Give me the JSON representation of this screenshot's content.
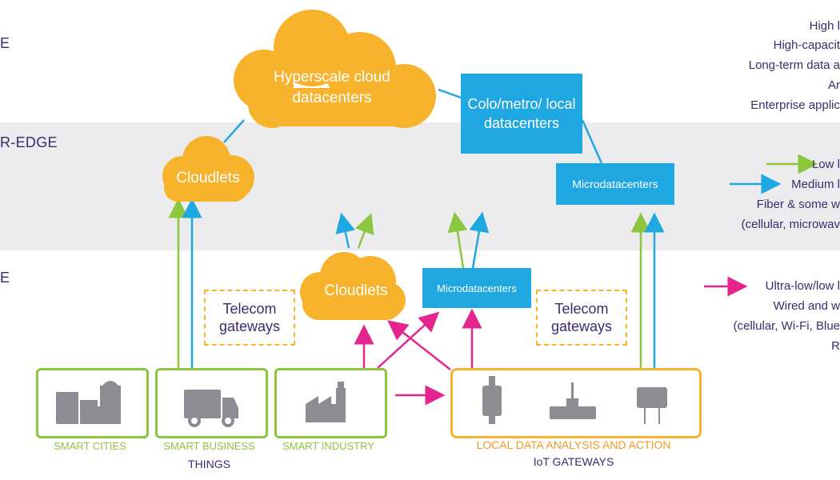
{
  "tiers": {
    "top": "E",
    "middle": "R-EDGE",
    "bottom": "E"
  },
  "clouds": {
    "hyperscale": "Hyperscale cloud datacenters",
    "cloudlets_upper": "Cloudlets",
    "cloudlets_lower": "Cloudlets"
  },
  "boxes": {
    "colo": "Colo/metro/ local datacenters",
    "micro_upper": "Microdatacenters",
    "micro_lower": "Microdatacenters",
    "telecom_left": "Telecom gateways",
    "telecom_right": "Telecom gateways"
  },
  "categories": {
    "smart_cities": "SMART CITIES",
    "smart_business": "SMART  BUSINESS",
    "smart_industry": "SMART INDUSTRY",
    "things": "THINGS",
    "local_data": "LOCAL DATA ANALYSIS AND ACTION",
    "iot_gateways": "IoT GATEWAYS"
  },
  "right_text": {
    "top": [
      "High l",
      "High-capacit",
      "Long-term data a",
      "Ar",
      "Enterprise applic"
    ],
    "middle": [
      "Low l",
      "Medium l",
      "Fiber & some w",
      "(cellular, microwav"
    ],
    "bottom": [
      "Ultra-low/low l",
      "Wired and w",
      "(cellular, Wi-Fi, Blue",
      "R"
    ]
  },
  "colors": {
    "orange": "#f6b32b",
    "blue": "#1ea7e1",
    "green": "#8cc63f",
    "magenta": "#e5248e",
    "purple": "#3d2a6e",
    "band": "#ececef",
    "icon": "#8c8c93"
  }
}
